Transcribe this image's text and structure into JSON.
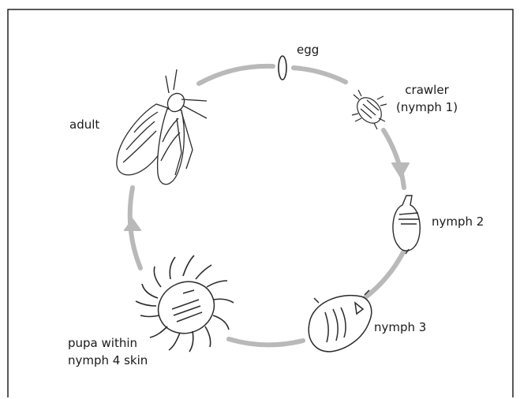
{
  "diagram": {
    "stages": {
      "egg": "egg",
      "crawler": [
        "crawler",
        "(nymph 1)"
      ],
      "nymph2": "nymph 2",
      "nymph3": "nymph 3",
      "pupa": [
        "pupa within",
        "nymph 4 skin"
      ],
      "adult": "adult"
    },
    "colors": {
      "cycle_arrow": "#b9b9b9",
      "frame": "#222222",
      "drawing": "#2a2a2a"
    }
  }
}
